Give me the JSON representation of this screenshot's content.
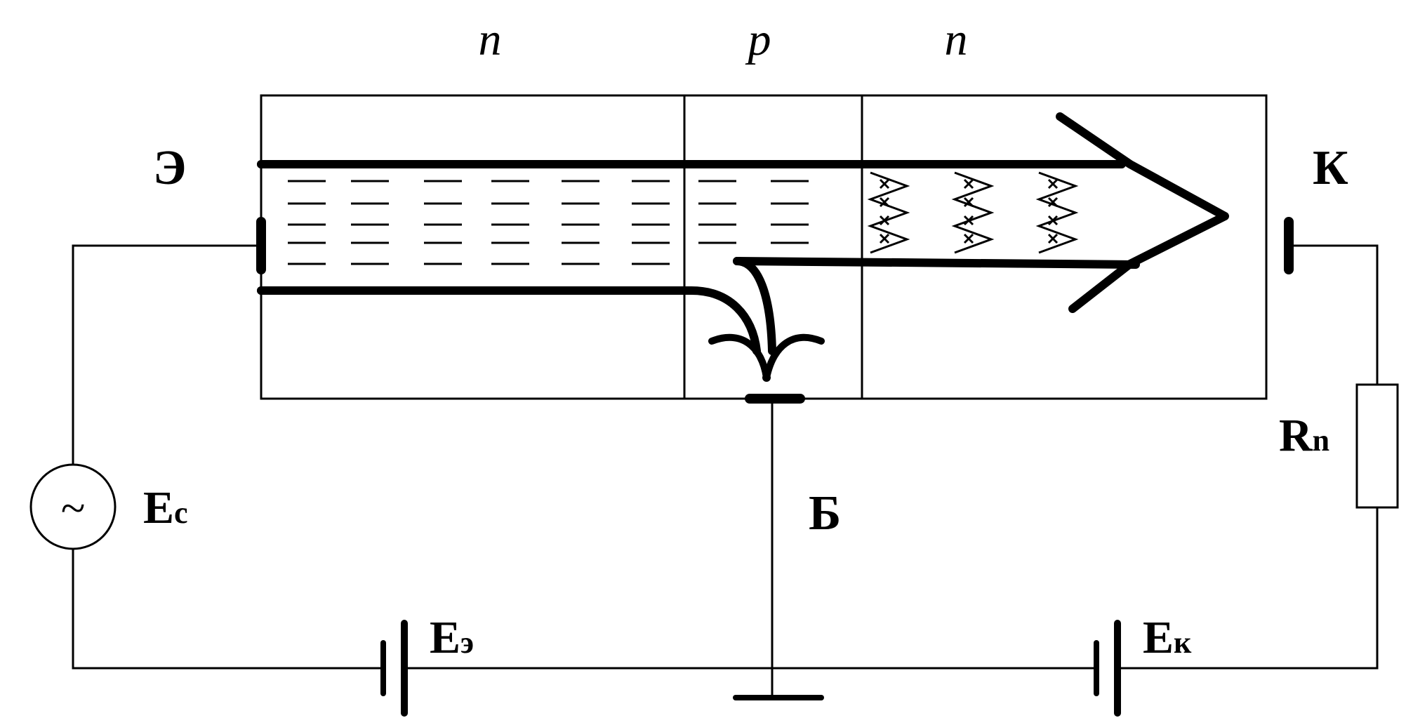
{
  "transistor": {
    "regions": [
      {
        "label": "n"
      },
      {
        "label": "p"
      },
      {
        "label": "n"
      }
    ],
    "terminals": {
      "emitter": "Э",
      "collector": "К",
      "base": "Б"
    }
  },
  "circuit": {
    "signal_source": {
      "label": "E",
      "subscript": "c",
      "symbol": "~"
    },
    "emitter_battery": {
      "label": "E",
      "subscript": "э"
    },
    "collector_battery": {
      "label": "E",
      "subscript": "к"
    },
    "load_resistor": {
      "label": "R",
      "subscript": "n"
    }
  },
  "style": {
    "line_color": "#000000",
    "background": "#ffffff"
  }
}
